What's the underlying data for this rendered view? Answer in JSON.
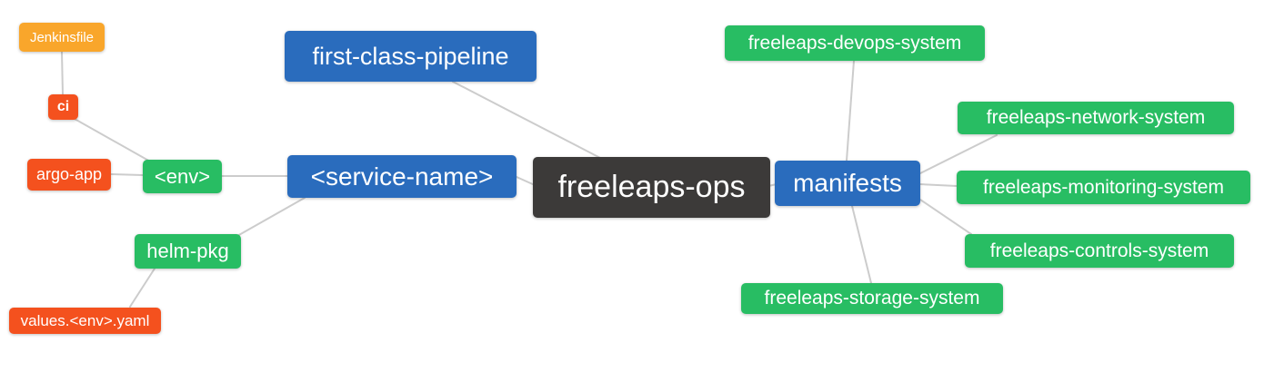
{
  "diagram": {
    "type": "mindmap",
    "root_label": "freeleaps-ops"
  },
  "nodes": {
    "root": {
      "label": "freeleaps-ops",
      "color": "#3c3a39"
    },
    "first_class_pipeline": {
      "label": "first-class-pipeline",
      "color": "#2a6cbd"
    },
    "service_name": {
      "label": "<service-name>",
      "color": "#2a6cbd"
    },
    "manifests": {
      "label": "manifests",
      "color": "#2a6cbd"
    },
    "env": {
      "label": "<env>",
      "color": "#28bd63"
    },
    "helm_pkg": {
      "label": "helm-pkg",
      "color": "#28bd63"
    },
    "argo_app": {
      "label": "argo-app",
      "color": "#f4511e"
    },
    "ci": {
      "label": "ci",
      "color": "#f4511e"
    },
    "jenkinsfile": {
      "label": "Jenkinsfile",
      "color": "#f9a62b"
    },
    "values_env_yaml": {
      "label": "values.<env>.yaml",
      "color": "#f4511e"
    },
    "devops_system": {
      "label": "freeleaps-devops-system",
      "color": "#28bd63"
    },
    "network_system": {
      "label": "freeleaps-network-system",
      "color": "#28bd63"
    },
    "monitoring_system": {
      "label": "freeleaps-monitoring-system",
      "color": "#28bd63"
    },
    "controls_system": {
      "label": "freeleaps-controls-system",
      "color": "#28bd63"
    },
    "storage_system": {
      "label": "freeleaps-storage-system",
      "color": "#28bd63"
    }
  },
  "edges": [
    {
      "from": "ci",
      "to": "Jenkinsfile"
    },
    {
      "from": "<env>",
      "to": "ci"
    },
    {
      "from": "<env>",
      "to": "argo-app"
    },
    {
      "from": "<service-name>",
      "to": "<env>"
    },
    {
      "from": "<service-name>",
      "to": "helm-pkg"
    },
    {
      "from": "helm-pkg",
      "to": "values.<env>.yaml"
    },
    {
      "from": "freeleaps-ops",
      "to": "first-class-pipeline"
    },
    {
      "from": "freeleaps-ops",
      "to": "<service-name>"
    },
    {
      "from": "freeleaps-ops",
      "to": "manifests"
    },
    {
      "from": "manifests",
      "to": "freeleaps-devops-system"
    },
    {
      "from": "manifests",
      "to": "freeleaps-network-system"
    },
    {
      "from": "manifests",
      "to": "freeleaps-monitoring-system"
    },
    {
      "from": "manifests",
      "to": "freeleaps-controls-system"
    },
    {
      "from": "manifests",
      "to": "freeleaps-storage-system"
    }
  ],
  "colors": {
    "root_bg": "#3c3a39",
    "branch_blue": "#2a6cbd",
    "branch_green": "#28bd63",
    "branch_orange": "#f9a62b",
    "branch_red": "#f4511e",
    "edge": "#cccccc",
    "text": "#ffffff",
    "background": "#ffffff"
  }
}
